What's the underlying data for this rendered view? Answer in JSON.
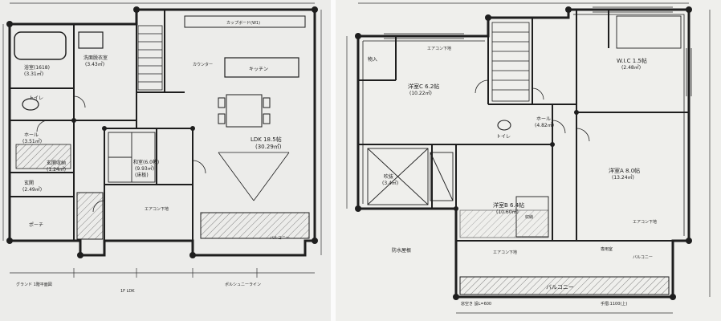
{
  "left_plan": {
    "rooms": {
      "bath": "浴室(1618)",
      "bath_area": "(3.31㎡)",
      "washroom": "洗面脱衣室",
      "washroom_area": "(3.43㎡)",
      "toilet": "トイレ",
      "hall": "ホール",
      "hall_area": "(3.51㎡)",
      "entrance": "玄関",
      "entrance_area": "(2.49㎡)",
      "storage": "玄関収納",
      "storage_area": "(1.24㎡)",
      "porch": "ポーチ",
      "washitsu": "和室(6.0帖)",
      "washitsu_area": "(9.93㎡)",
      "tokonoma": "(床板)",
      "ldk": "LDK 18.5帖",
      "ldk_area": "(30.29㎡)",
      "kitchen_board": "カップボード(W1)",
      "kitchen": "キッチン",
      "aircon": "エアコン下地",
      "balcony_left": "バルコニー",
      "counter": "カウンター"
    },
    "notes": {
      "bottom_left": "グランド 1階平面図",
      "bottom_mid": "1F LDK",
      "bottom_right": "ポルシュニーライン"
    }
  },
  "right_plan": {
    "rooms": {
      "western_c": "洋室C 6.2帖",
      "western_c_area": "(10.22㎡)",
      "wic": "W.I.C 1.5帖",
      "wic_area": "(2.48㎡)",
      "closet_c": "物入",
      "hall2": "ホール",
      "hall2_area": "(4.82㎡)",
      "toilet2": "トイレ",
      "stair_void": "吹抜",
      "stair_void_area": "(3.4㎡)",
      "western_a": "洋室A 8.0帖",
      "western_a_area": "(13.24㎡)",
      "western_b": "洋室B 6.4帖",
      "western_b_area": "(10.60㎡)",
      "western_b_note": "収納",
      "waterproof": "防水屋根",
      "aircon_c": "エアコン下地",
      "aircon_b": "エアコン下地",
      "aircon_a": "エアコン下地",
      "balcony": "バルコニー",
      "balcony2": "バルコニー",
      "room_note": "専用室"
    },
    "notes": {
      "bottom_1": "窓空き 設L=600",
      "bottom_2": "手摺:1100(上)"
    }
  },
  "colors": {
    "paper": "#ececea",
    "line": "#1e1e1e",
    "hatch": "#555555"
  }
}
